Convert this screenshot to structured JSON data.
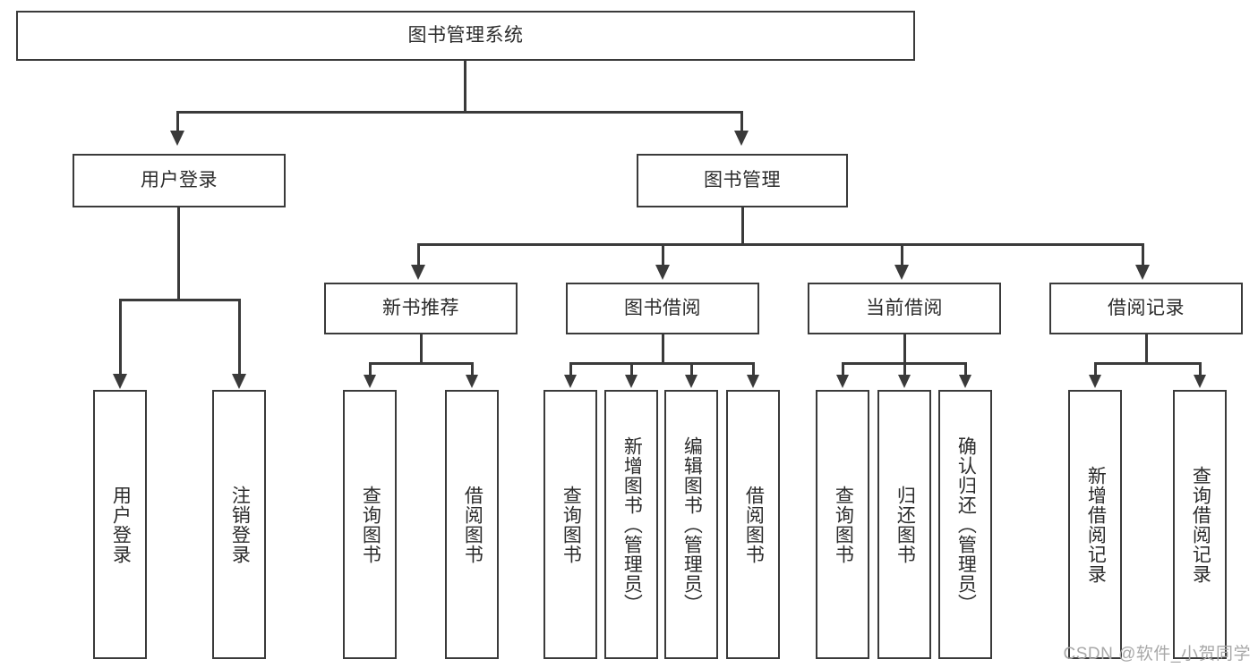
{
  "diagram": {
    "title": "图书管理系统",
    "type": "tree",
    "root": {
      "label": "图书管理系统",
      "children": [
        {
          "label": "用户登录",
          "children": [
            {
              "label": "用户登录"
            },
            {
              "label": "注销登录"
            }
          ]
        },
        {
          "label": "图书管理",
          "children": [
            {
              "label": "新书推荐",
              "children": [
                {
                  "label": "查询图书"
                },
                {
                  "label": "借阅图书"
                }
              ]
            },
            {
              "label": "图书借阅",
              "children": [
                {
                  "label": "查询图书"
                },
                {
                  "label": "新增图书（管理员）"
                },
                {
                  "label": "编辑图书（管理员）"
                },
                {
                  "label": "借阅图书"
                }
              ]
            },
            {
              "label": "当前借阅",
              "children": [
                {
                  "label": "查询图书"
                },
                {
                  "label": "归还图书"
                },
                {
                  "label": "确认归还（管理员）"
                }
              ]
            },
            {
              "label": "借阅记录",
              "children": [
                {
                  "label": "新增借阅记录"
                },
                {
                  "label": "查询借阅记录"
                }
              ]
            }
          ]
        }
      ]
    }
  },
  "nodes": {
    "root": "图书管理系统",
    "l2_user_login": "用户登录",
    "l2_book_manage": "图书管理",
    "l3_new_book": "新书推荐",
    "l3_book_borrow": "图书借阅",
    "l3_current_borrow": "当前借阅",
    "l3_borrow_record": "借阅记录",
    "leaf_user_login": "用户登录",
    "leaf_logout": "注销登录",
    "leaf_nb_query": "查询图书",
    "leaf_nb_borrow": "借阅图书",
    "leaf_bb_query": "查询图书",
    "leaf_bb_add": "新增图书（管理员）",
    "leaf_bb_edit": "编辑图书（管理员）",
    "leaf_bb_borrow": "借阅图书",
    "leaf_cb_query": "查询图书",
    "leaf_cb_return": "归还图书",
    "leaf_cb_confirm": "确认归还（管理员）",
    "leaf_br_add": "新增借阅记录",
    "leaf_br_query": "查询借阅记录"
  },
  "watermark": {
    "text": "CSDN @软件_小贺同学"
  },
  "colors": {
    "stroke": "#3a3a3a",
    "text": "#2b2b2b",
    "background": "#ffffff",
    "watermark": "#a8a8a8"
  }
}
